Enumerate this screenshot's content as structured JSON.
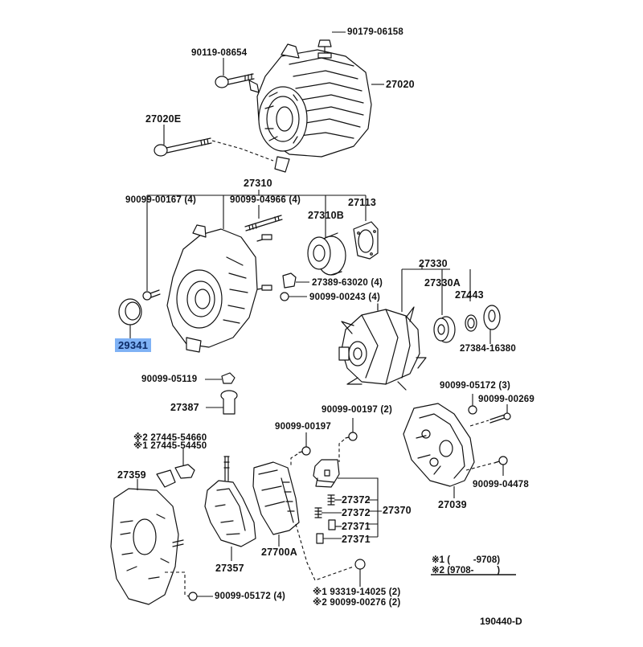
{
  "diagram": {
    "title_code": "190440-D",
    "highlight_color": "#7fb2f5",
    "labels": {
      "p90179_06158": "90179-06158",
      "p90119_08654": "90119-08654",
      "p27020": "27020",
      "p27020E": "27020E",
      "p27310": "27310",
      "p90099_00167": "90099-00167 (4)",
      "p90099_04966": "90099-04966 (4)",
      "p27113": "27113",
      "p27310B": "27310B",
      "p27389_63020": "27389-63020 (4)",
      "p90099_00243": "90099-00243 (4)",
      "p29341": "29341",
      "p27330": "27330",
      "p27330A": "27330A",
      "p27443": "27443",
      "p27384_16380": "27384-16380",
      "p90099_05119": "90099-05119",
      "p27387": "27387",
      "p90099_05172_3": "90099-05172 (3)",
      "p90099_00269": "90099-00269",
      "p90099_00197_2": "90099-00197 (2)",
      "p90099_00197": "90099-00197",
      "p27445_54660": "※2 27445-54660",
      "p27445_54450": "※1 27445-54450",
      "p27359": "27359",
      "p27372a": "27372",
      "p27372b": "27372",
      "p27370": "27370",
      "p27371a": "27371",
      "p27371b": "27371",
      "p27039": "27039",
      "p90099_04478": "90099-04478",
      "p27357": "27357",
      "p27700A": "27700A",
      "p90099_05172_4": "90099-05172 (4)",
      "p193319_14025": "※1 93319-14025 (2)",
      "p90099_00276": "※2 90099-00276 (2)"
    },
    "legend": {
      "note1": "※1 (         -9708)",
      "note2": "※2 (9708-         )"
    }
  }
}
